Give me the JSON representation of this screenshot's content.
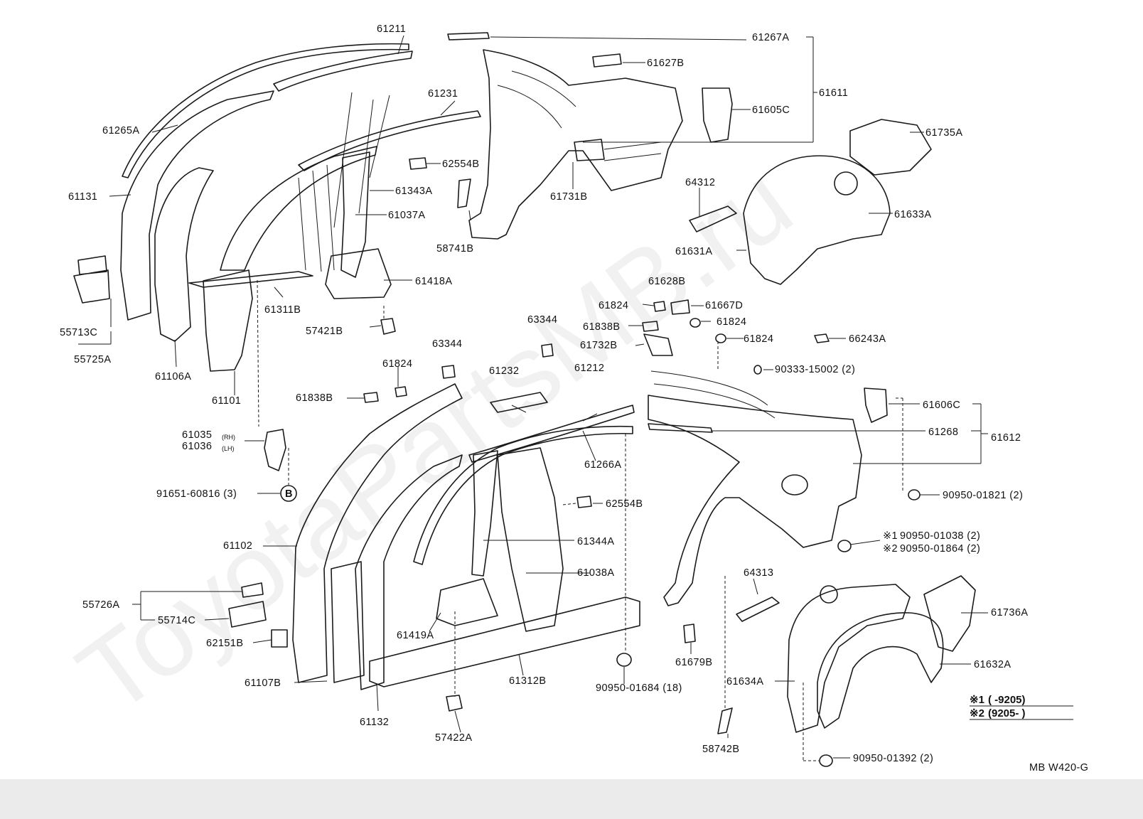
{
  "watermark": "ToyotaPartsMB.ru",
  "diagram_code": "MB W420-G",
  "legend": {
    "mark1_symbol": "※1",
    "mark1_range": "(        -9205)",
    "mark2_symbol": "※2",
    "mark2_range": "(9205-        )"
  },
  "marker_b": "B",
  "labels": {
    "l61211": "61211",
    "l61267A": "61267A",
    "l61627B": "61627B",
    "l61611": "61611",
    "l61605C": "61605C",
    "l61735A": "61735A",
    "l61265A": "61265A",
    "l61231": "61231",
    "l62554B_top": "62554B",
    "l61343A": "61343A",
    "l61037A": "61037A",
    "l61131": "61131",
    "l61731B": "61731B",
    "l64312": "64312",
    "l61633A": "61633A",
    "l58741B": "58741B",
    "l61631A": "61631A",
    "l61418A": "61418A",
    "l61311B": "61311B",
    "l55713C": "55713C",
    "l55725A": "55725A",
    "l57421B": "57421B",
    "l61106A": "61106A",
    "l61101": "61101",
    "l61628B": "61628B",
    "l61824_a": "61824",
    "l61667D": "61667D",
    "l61838B_top": "61838B",
    "l61824_b": "61824",
    "l61732B": "61732B",
    "l61824_c": "61824",
    "l66243A": "66243A",
    "l63344_a": "63344",
    "l63344_b": "63344",
    "l90333": "90333-15002 (2)",
    "l61824_d": "61824",
    "l61232": "61232",
    "l61212": "61212",
    "l61838B_mid": "61838B",
    "l61606C": "61606C",
    "l61268": "61268",
    "l61612": "61612",
    "l61035": "61035",
    "l61035_side": "(RH)",
    "l61036": "61036",
    "l61036_side": "(LH)",
    "l61266A": "61266A",
    "l91651": "91651-60816 (3)",
    "l62554B_mid": "62554B",
    "l90950_01821": "90950-01821 (2)",
    "l61102": "61102",
    "l61344A": "61344A",
    "l90950_01038": "90950-01038 (2)",
    "l90950_01864": "90950-01864 (2)",
    "l61038A": "61038A",
    "l64313": "64313",
    "l55726A": "55726A",
    "l61736A": "61736A",
    "l55714C": "55714C",
    "l61419A": "61419A",
    "l62151B": "62151B",
    "l61679B": "61679B",
    "l61632A": "61632A",
    "l61107B": "61107B",
    "l61312B": "61312B",
    "l90950_01684": "90950-01684 (18)",
    "l61634A": "61634A",
    "l61132": "61132",
    "l57422A": "57422A",
    "l58742B": "58742B",
    "l90950_01392": "90950-01392 (2)"
  },
  "mark_prefix_1": "※1",
  "mark_prefix_2": "※2"
}
